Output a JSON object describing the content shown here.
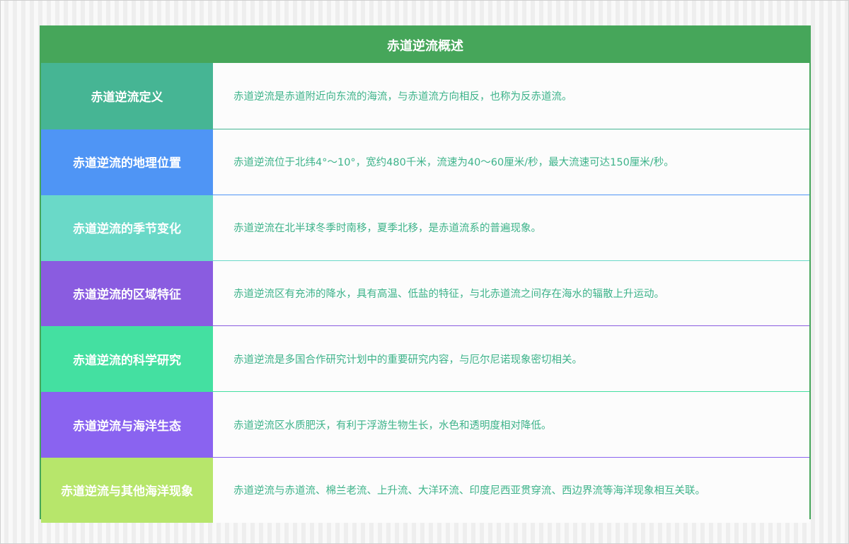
{
  "title": "赤道逆流概述",
  "rows": [
    {
      "label": "赤道逆流定义",
      "text": "赤道逆流是赤道附近向东流的海流，与赤道流方向相反，也称为反赤道流。",
      "color": "#46b594",
      "line": "#46b594"
    },
    {
      "label": "赤道逆流的地理位置",
      "text": "赤道逆流位于北纬4°～10°，宽约480千米，流速为40～60厘米/秒，最大流速可达150厘米/秒。",
      "color": "#4f95f5",
      "line": "#4f95f5"
    },
    {
      "label": "赤道逆流的季节变化",
      "text": "赤道逆流在北半球冬季时南移，夏季北移，是赤道流系的普遍现象。",
      "color": "#6ad9c8",
      "line": "#6ad9c8"
    },
    {
      "label": "赤道逆流的区域特征",
      "text": "赤道逆流区有充沛的降水，具有高温、低盐的特征，与北赤道流之间存在海水的辐散上升运动。",
      "color": "#8a5ce0",
      "line": "#8a5ce0"
    },
    {
      "label": "赤道逆流的科学研究",
      "text": "赤道逆流是多国合作研究计划中的重要研究内容，与厄尔尼诺现象密切相关。",
      "color": "#44e0a1",
      "line": "#44e0a1"
    },
    {
      "label": "赤道逆流与海洋生态",
      "text": "赤道逆流区水质肥沃，有利于浮游生物生长，水色和透明度相对降低。",
      "color": "#8a63f0",
      "line": "#8a63f0"
    },
    {
      "label": "赤道逆流与其他海洋现象",
      "text": "赤道逆流与赤道流、棉兰老流、上升流、大洋环流、印度尼西亚贯穿流、西边界流等海洋现象相互关联。",
      "color": "#b7e66b",
      "line": "#b7e66b"
    }
  ]
}
